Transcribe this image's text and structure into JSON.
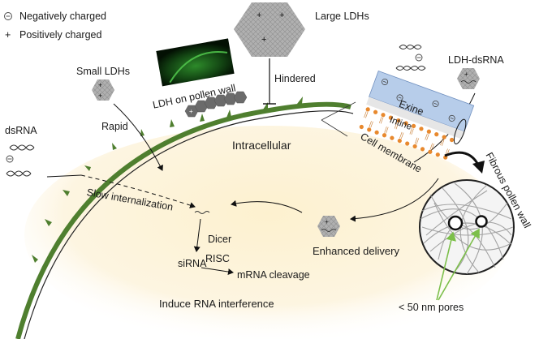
{
  "legend": {
    "negative_symbol": "⊖",
    "negative_label": "Negatively charged",
    "positive_symbol": "+",
    "positive_label": "Positively charged"
  },
  "labels": {
    "large_ldhs": "Large LDHs",
    "hindered": "Hindered",
    "small_ldhs": "Small LDHs",
    "ldh_on_pollen_wall": "LDH on pollen wall",
    "ldh_dsrna": "LDH-dsRNA",
    "dsrna": "dsRNA",
    "rapid": "Rapid",
    "intracellular": "Intracellular",
    "exine": "Exine",
    "intine": "Intine",
    "cell_membrane": "Cell membrane",
    "fibrous_pollen_wall": "Fibrous pollen wall",
    "slow_internalization": "Slow internalization",
    "dicer": "Dicer",
    "sirna": "siRNA",
    "risc": "RISC",
    "mrna_cleavage": "mRNA cleavage",
    "enhanced_delivery": "Enhanced delivery",
    "induce_rna_interference": "Induce RNA interference",
    "pores": "< 50 nm pores"
  },
  "colors": {
    "pollen_wall_green": "#4f7f2f",
    "cytoplasm": "#fdf3d6",
    "exine_blue": "#b7cdea",
    "membrane_orange": "#e8892e",
    "ldh_gray": "#a9a9a9",
    "pore_arrow_green": "#7cbf4a"
  }
}
